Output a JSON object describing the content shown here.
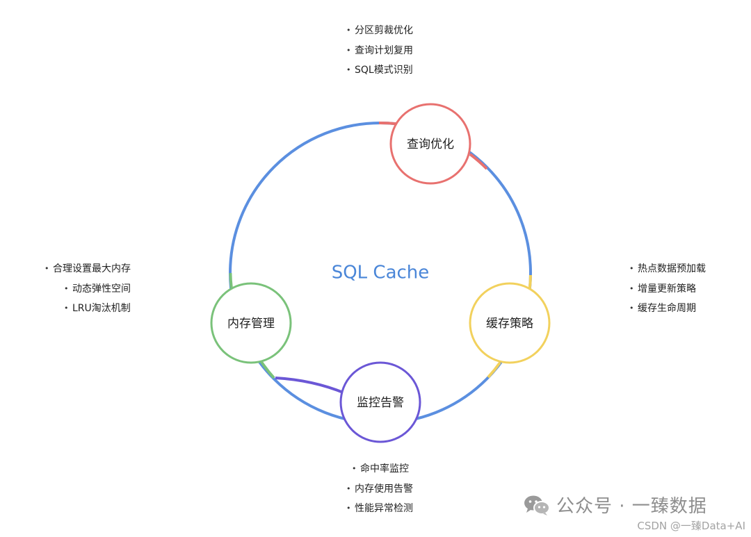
{
  "diagram": {
    "center_title": "SQL Cache",
    "colors": {
      "ring": "#5b8fe0",
      "query": "#e8716f",
      "cache": "#f2d15d",
      "monitor": "#6b57d6",
      "memory": "#7ac27a",
      "title": "#4a86d8"
    },
    "nodes": {
      "query": {
        "label": "查询优化"
      },
      "cache": {
        "label": "缓存策略"
      },
      "monitor": {
        "label": "监控告警"
      },
      "memory": {
        "label": "内存管理"
      }
    },
    "lists": {
      "query": [
        "分区剪裁优化",
        "查询计划复用",
        "SQL模式识别"
      ],
      "cache": [
        "热点数据预加载",
        "增量更新策略",
        "缓存生命周期"
      ],
      "monitor": [
        "命中率监控",
        "内存使用告警",
        "性能异常检测"
      ],
      "memory": [
        "合理设置最大内存",
        "动态弹性空间",
        "LRU淘汰机制"
      ]
    }
  },
  "watermark": {
    "icon": "wechat-icon",
    "text": "公众号 · 一臻数据"
  },
  "credit": "CSDN @一臻Data+AI"
}
